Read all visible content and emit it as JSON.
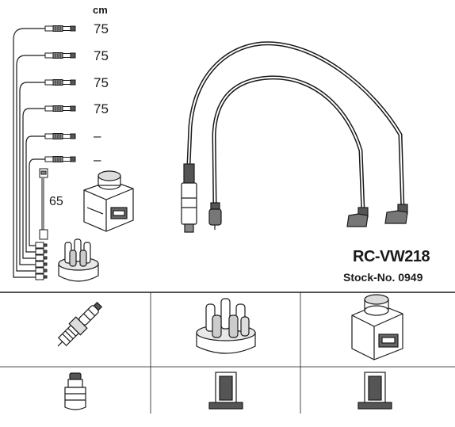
{
  "header": {
    "unit": "cm"
  },
  "leads": [
    {
      "id": "lead-1",
      "length": "75"
    },
    {
      "id": "lead-2",
      "length": "75"
    },
    {
      "id": "lead-3",
      "length": "75"
    },
    {
      "id": "lead-4",
      "length": "75"
    },
    {
      "id": "lead-5",
      "length": "–"
    },
    {
      "id": "lead-6",
      "length": "–"
    }
  ],
  "coil_lead": {
    "length": "65"
  },
  "product": {
    "model": "RC-VW218",
    "stock": "Stock-No. 0949"
  },
  "compatibility_table": {
    "rows": [
      [
        "spark-plug",
        "distributor-cap",
        "ignition-coil"
      ],
      [
        "plug-terminal",
        "cap-terminal",
        "coil-terminal"
      ]
    ]
  },
  "colors": {
    "ink": "#1a1a1a",
    "background": "#ffffff"
  }
}
